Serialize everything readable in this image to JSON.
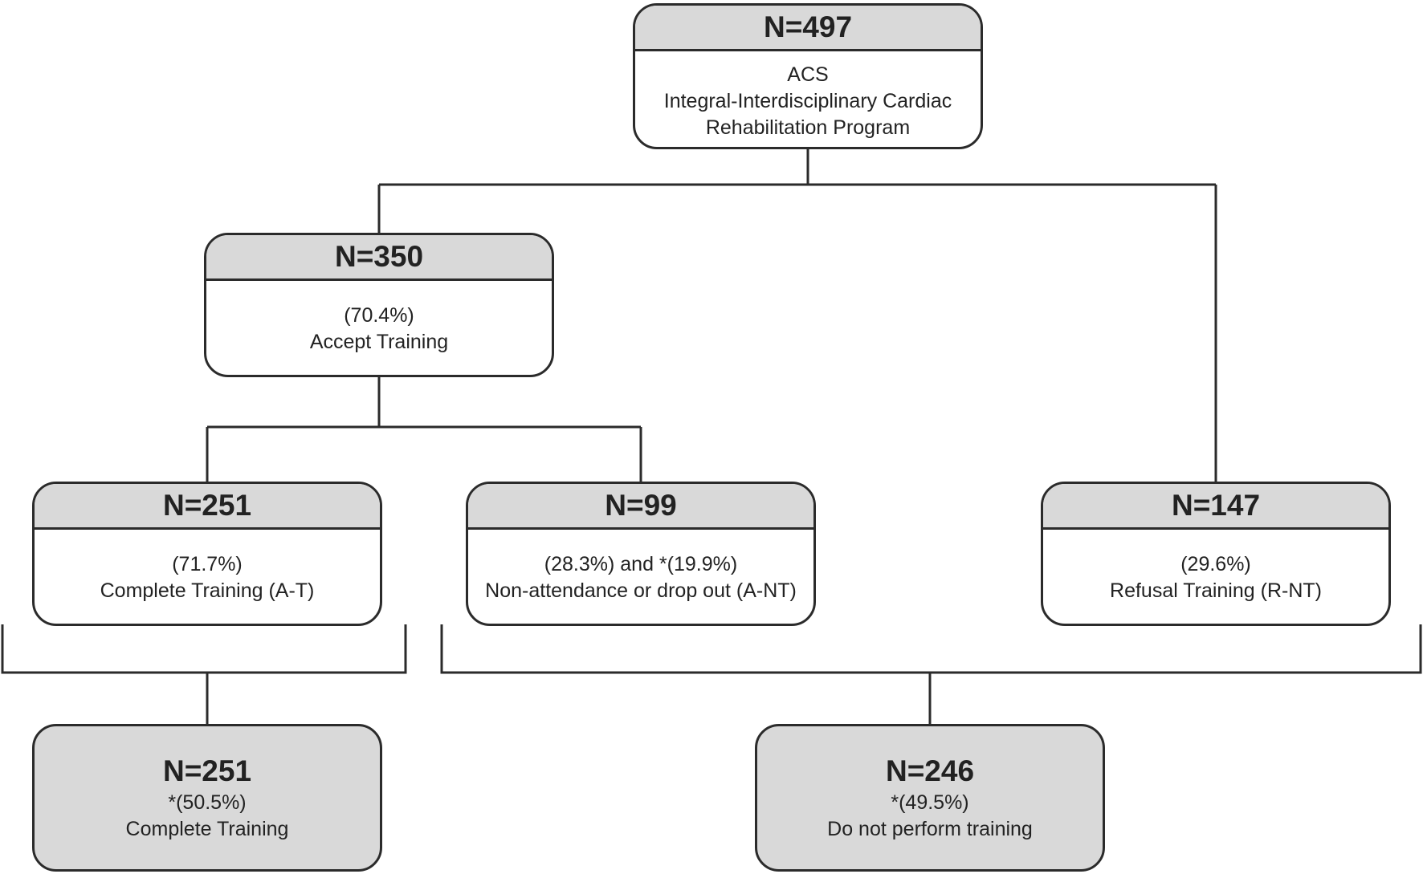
{
  "colors": {
    "header_fill": "#d9d9d9",
    "border": "#2b2b2b",
    "text": "#222222",
    "background": "#ffffff"
  },
  "nodes": {
    "root": {
      "count": "N=497",
      "lines": [
        "ACS",
        "Integral-Interdisciplinary Cardiac",
        "Rehabilitation Program"
      ]
    },
    "accept": {
      "count": "N=350",
      "lines": [
        "(70.4%)",
        "Accept Training"
      ]
    },
    "complete": {
      "count": "N=251",
      "lines": [
        "(71.7%)",
        "Complete Training (A-T)"
      ]
    },
    "nonattend": {
      "count": "N=99",
      "lines": [
        "(28.3%) and *(19.9%)",
        "Non-attendance or drop out (A-NT)"
      ]
    },
    "refusal": {
      "count": "N=147",
      "lines": [
        "(29.6%)",
        "Refusal Training (R-NT)"
      ]
    },
    "summary_complete": {
      "count": "N=251",
      "lines": [
        "*(50.5%)",
        "Complete Training"
      ]
    },
    "summary_not": {
      "count": "N=246",
      "lines": [
        "*(49.5%)",
        "Do not perform training"
      ]
    }
  }
}
